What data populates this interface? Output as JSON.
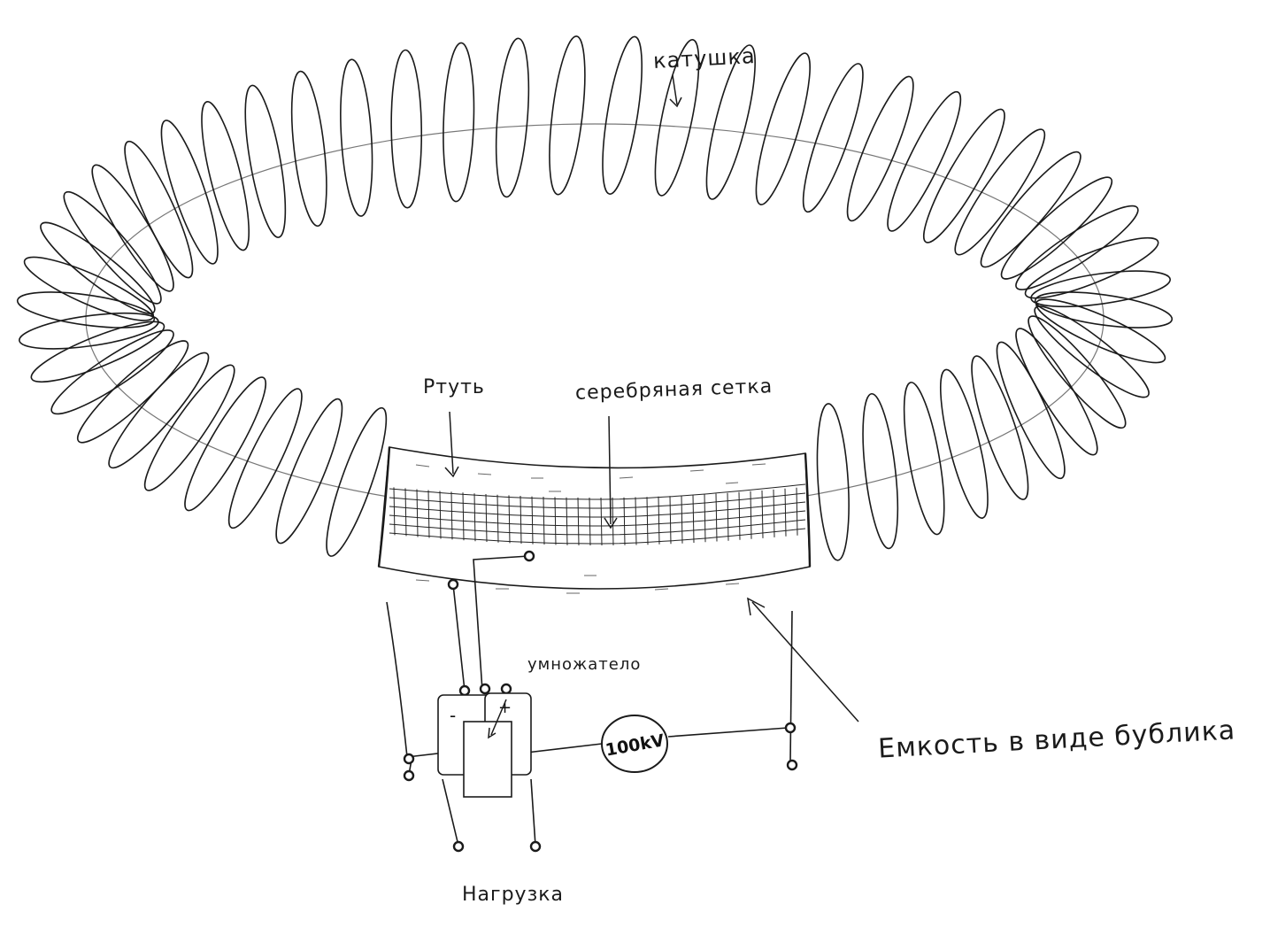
{
  "labels": {
    "coil": "катушка",
    "mercury": "Ртуть",
    "silver_mesh": "серебряная сетка",
    "multiplier": "умножатело",
    "container": "Емкость в виде бублика",
    "load": "Нагрузка",
    "voltage": "100kV",
    "minus": "-",
    "plus": "+"
  },
  "colors": {
    "ink": "#1a1a1a",
    "paper": "#ffffff",
    "faint": "#8a8a8a"
  }
}
